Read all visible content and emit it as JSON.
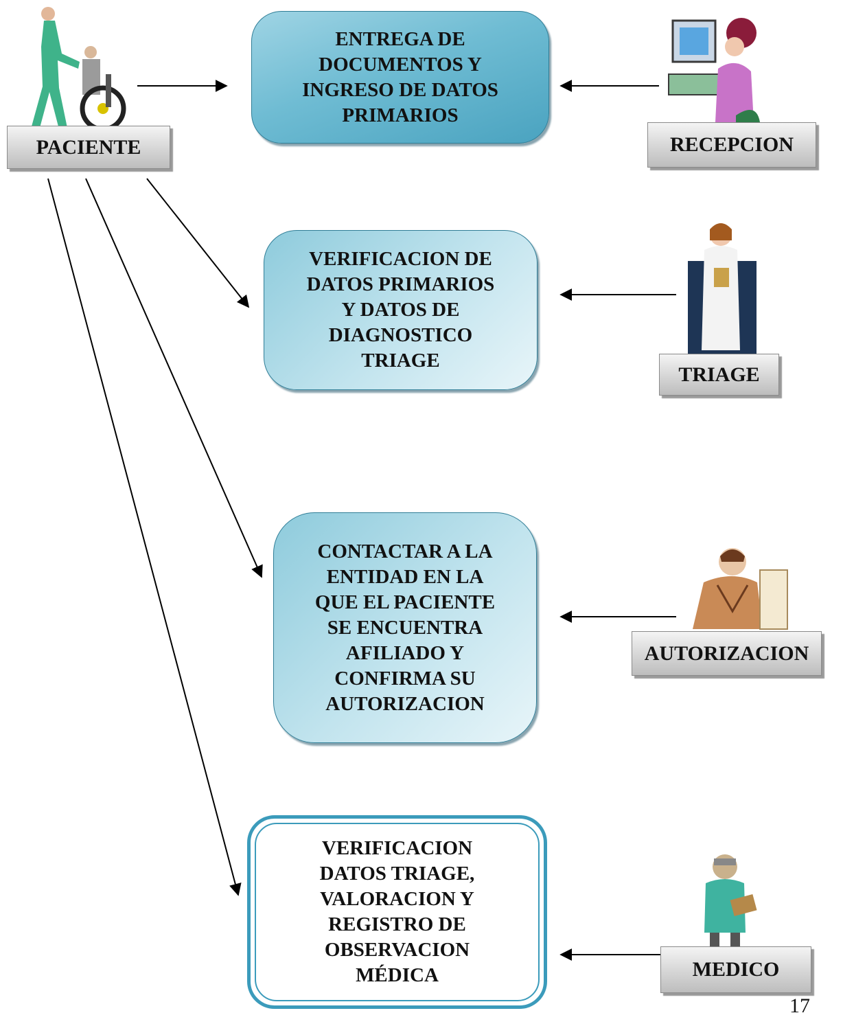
{
  "actors": {
    "paciente": "PACIENTE",
    "recepcion": "RECEPCION",
    "triage": "TRIAGE",
    "autorizacion": "AUTORIZACION",
    "medico": "MEDICO"
  },
  "steps": {
    "entrega": "ENTREGA DE\nDOCUMENTOS Y\nINGRESO DE DATOS\nPRIMARIOS",
    "verificacion_triage": "VERIFICACION DE\nDATOS PRIMARIOS\nY DATOS DE\nDIAGNOSTICO\nTRIAGE",
    "contactar": "CONTACTAR A LA\nENTIDAD EN LA\nQUE EL PACIENTE\nSE ENCUENTRA\nAFILIADO Y\nCONFIRMA SU\nAUTORIZACION",
    "verificacion_medica": "VERIFICACION\nDATOS TRIAGE,\nVALORACION Y\nREGISTRO DE\nOBSERVACION\nMÉDICA"
  },
  "page_number": "17",
  "colors": {
    "box_blue": "#6fbcd3",
    "box_light": "#c2e4ee",
    "border_blue": "#3b9bbb",
    "label_gray": "#d8d8d8"
  },
  "icons": [
    "patient-wheelchair-icon",
    "receptionist-computer-icon",
    "nurse-clipboard-icon",
    "clerk-desk-icon",
    "doctor-clipboard-icon"
  ]
}
